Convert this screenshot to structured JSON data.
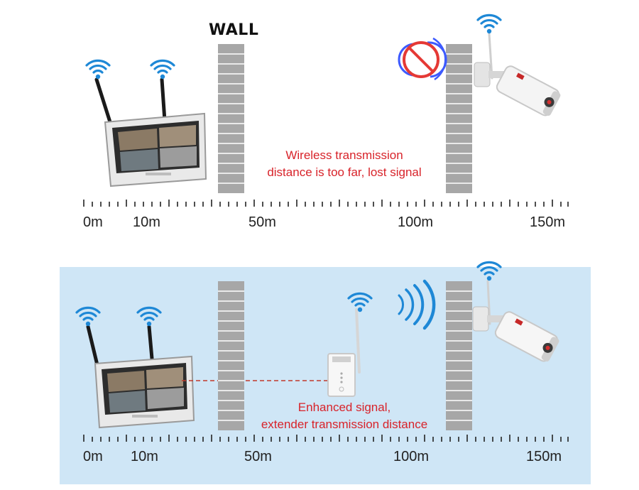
{
  "wall_label": "WALL",
  "top_scene": {
    "caption_line1": "Wireless transmission",
    "caption_line2": "distance is too far, lost signal",
    "scale_labels": [
      "0m",
      "10m",
      "50m",
      "100m",
      "150m"
    ]
  },
  "bottom_scene": {
    "caption_line1": "Enhanced signal,",
    "caption_line2": "extender transmission distance",
    "scale_labels": [
      "0m",
      "10m",
      "50m",
      "100m",
      "150m"
    ]
  },
  "colors": {
    "signal_blue": "#1e88d6",
    "caption_red": "#d8232a",
    "wall_gray": "#a7a7a7",
    "panel_bg": "#cfe6f6",
    "no_signal_red": "#e53935"
  },
  "icons": [
    "wifi-icon",
    "nvr-monitor-icon",
    "bullet-camera-icon",
    "no-signal-icon",
    "range-extender-icon",
    "signal-waves-icon"
  ]
}
